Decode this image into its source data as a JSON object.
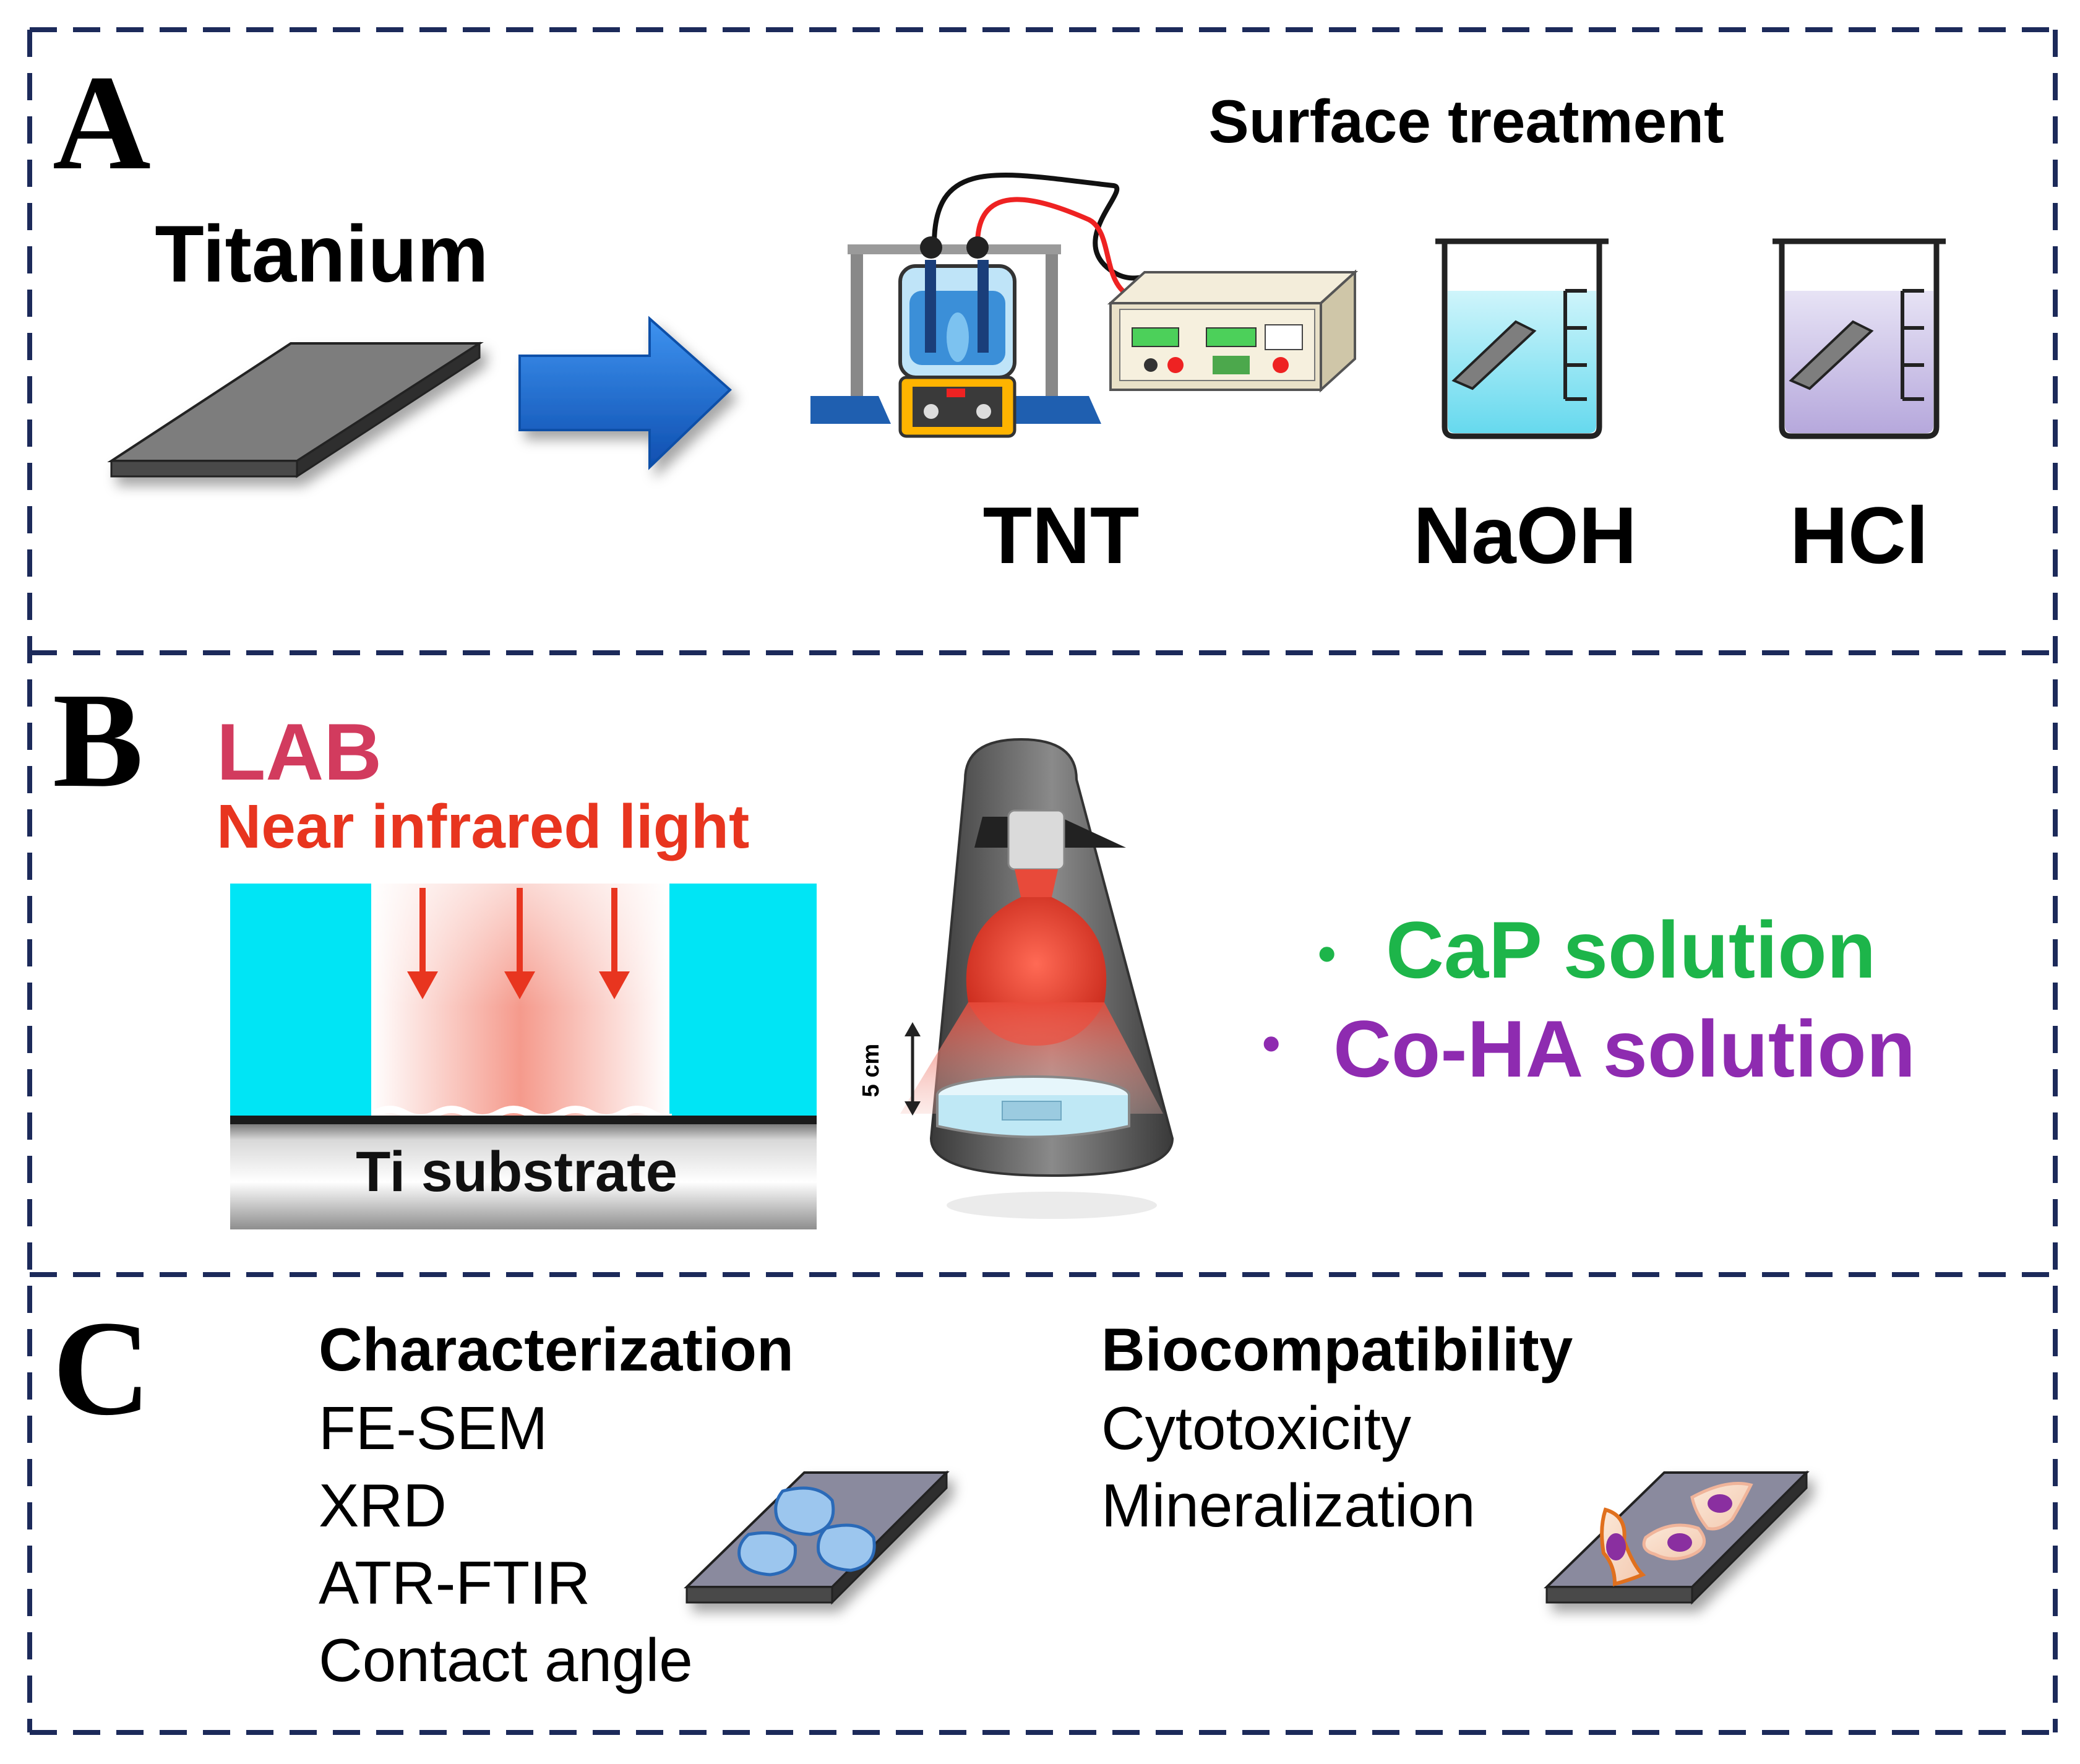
{
  "panels": {
    "a": {
      "letter": "A",
      "heading": "Surface treatment",
      "substrate_label": "Titanium",
      "treatments": [
        "TNT",
        "NaOH",
        "HCl"
      ]
    },
    "b": {
      "letter": "B",
      "method": "LAB",
      "light": "Near infrared light",
      "substrate_label": "Ti substrate",
      "distance_label": "5 cm",
      "solutions": [
        {
          "bullet": "•",
          "label": "CaP solution",
          "color": "#1DB54A"
        },
        {
          "bullet": "•",
          "label": "Co-HA solution",
          "color": "#8E2BB0"
        }
      ]
    },
    "c": {
      "letter": "C",
      "characterization": {
        "heading": "Characterization",
        "items": [
          "FE-SEM",
          "XRD",
          "ATR-FTIR",
          "Contact angle"
        ]
      },
      "biocompatibility": {
        "heading": "Biocompatibility",
        "items": [
          "Cytotoxicity",
          "Mineralization"
        ]
      }
    }
  },
  "colors": {
    "border": "#1C2A5A",
    "lab": "#D23B5E",
    "nir": "#E8351F",
    "water": "#00E5F5",
    "arrow_blue": "#1E73D8"
  },
  "icons": [
    "titanium-plate-icon",
    "electrochemical-setup-icon",
    "beaker-icon",
    "nir-lamp-icon",
    "droplet-icon",
    "cell-icon"
  ]
}
